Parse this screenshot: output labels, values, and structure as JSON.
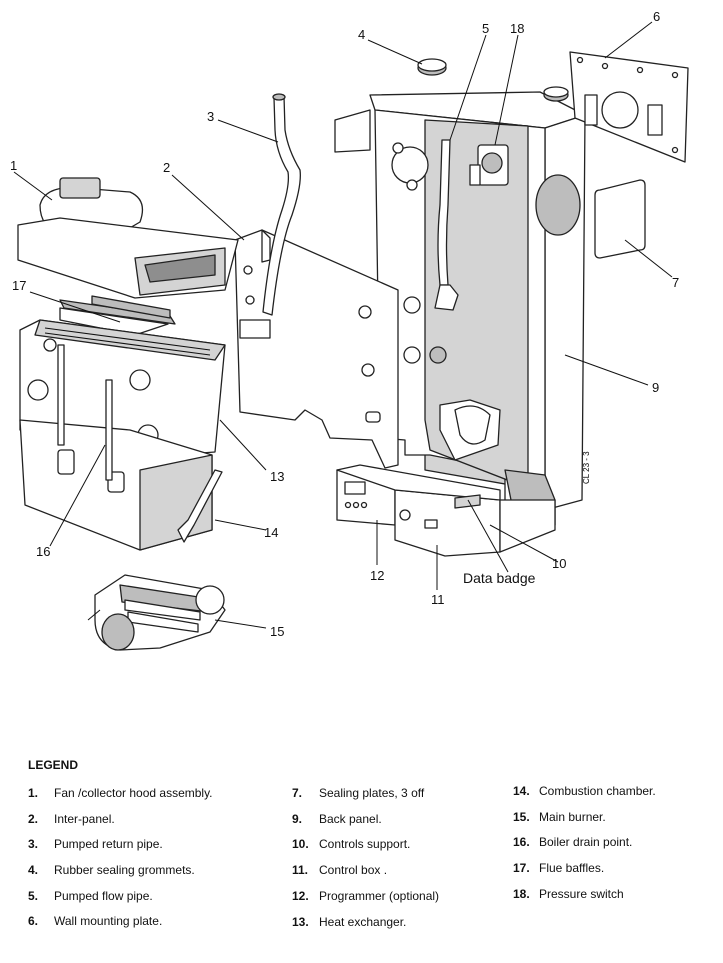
{
  "diagram": {
    "callouts": [
      "1",
      "2",
      "3",
      "4",
      "5",
      "6",
      "7",
      "9",
      "10",
      "11",
      "12",
      "13",
      "14",
      "15",
      "16",
      "17",
      "18"
    ],
    "data_badge_label": "Data badge",
    "drawing_ref": "CL 23 - 3"
  },
  "legend": {
    "title": "LEGEND",
    "columns": [
      [
        {
          "num": "1.",
          "text": "Fan /collector hood assembly."
        },
        {
          "num": "2.",
          "text": "Inter-panel."
        },
        {
          "num": "3.",
          "text": "Pumped return pipe."
        },
        {
          "num": "4.",
          "text": "Rubber sealing grommets."
        },
        {
          "num": "5.",
          "text": "Pumped flow pipe."
        },
        {
          "num": "6.",
          "text": "Wall mounting plate."
        }
      ],
      [
        {
          "num": "7.",
          "text": "Sealing plates, 3 off"
        },
        {
          "num": "9.",
          "text": "Back panel."
        },
        {
          "num": "10.",
          "text": "Controls support."
        },
        {
          "num": "11.",
          "text": "Control box ."
        },
        {
          "num": "12.",
          "text": "Programmer (optional)"
        },
        {
          "num": "13.",
          "text": "Heat exchanger."
        }
      ],
      [
        {
          "num": "14.",
          "text": "Combustion chamber."
        },
        {
          "num": "15.",
          "text": "Main burner."
        },
        {
          "num": "16.",
          "text": "Boiler drain point."
        },
        {
          "num": "17.",
          "text": "Flue baffles."
        },
        {
          "num": "18.",
          "text": "Pressure switch"
        }
      ]
    ]
  }
}
